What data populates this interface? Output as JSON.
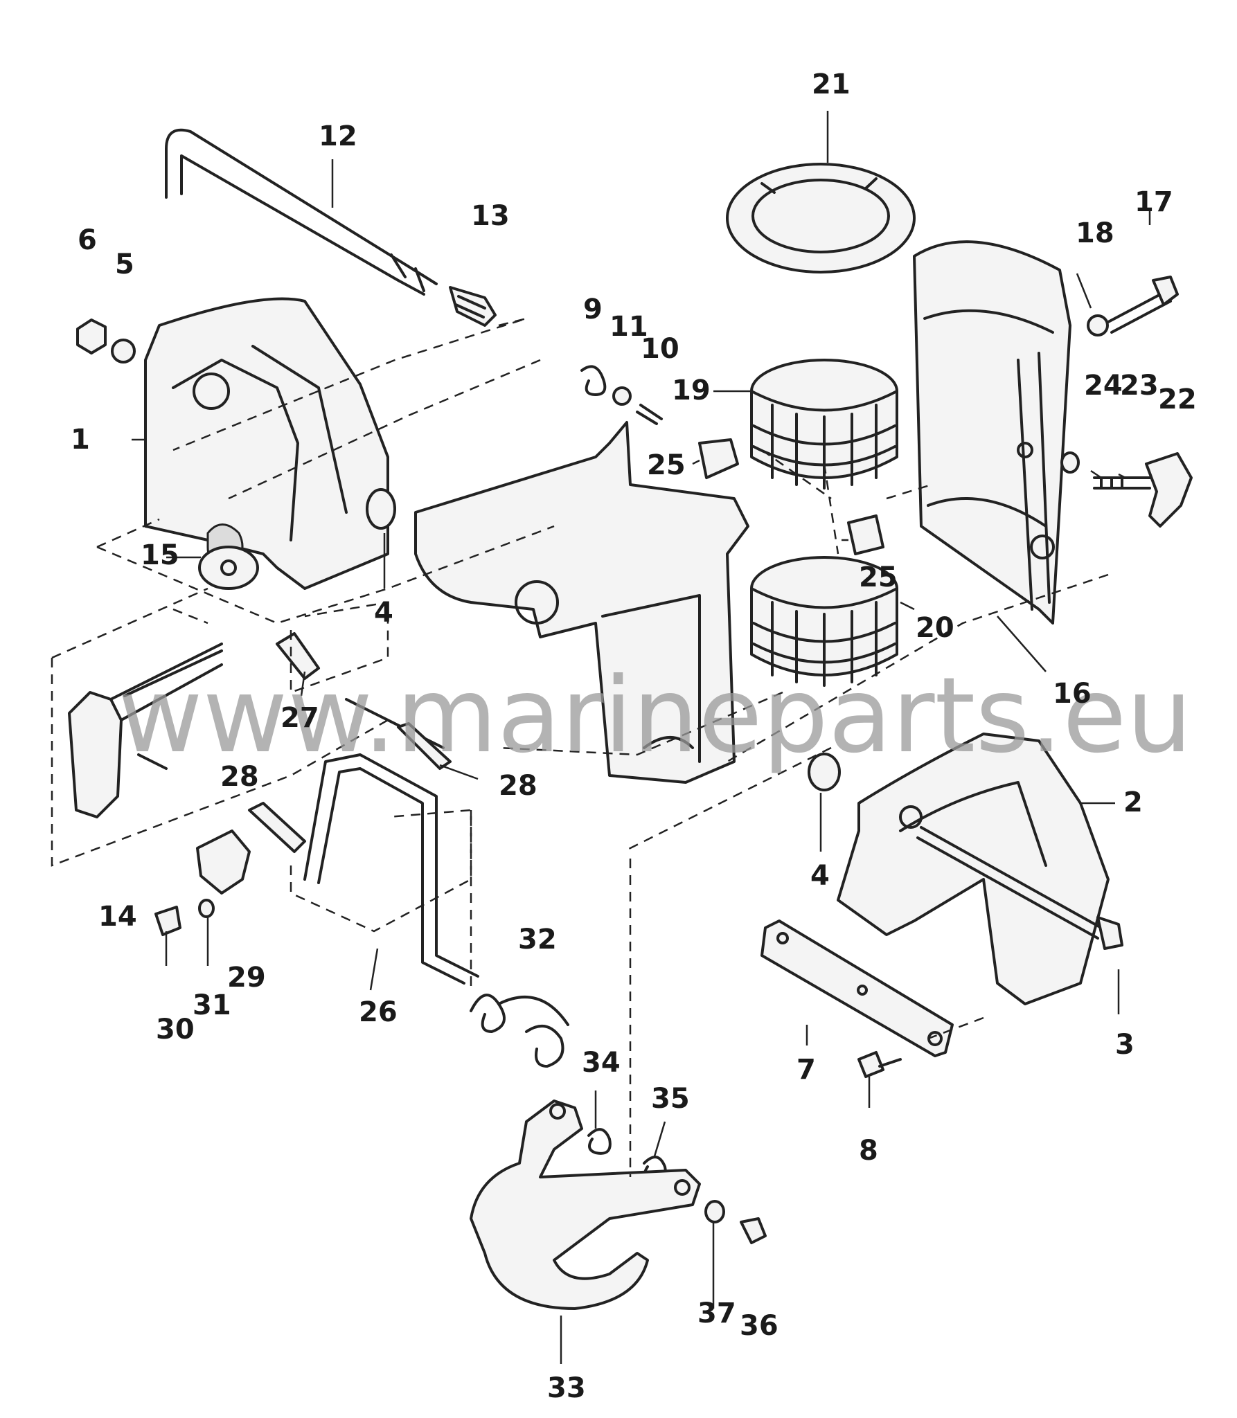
{
  "watermark": "www.marineparts.eu",
  "callouts": [
    {
      "id": "c1",
      "text": "1"
    },
    {
      "id": "c2",
      "text": "2"
    },
    {
      "id": "c3",
      "text": "3"
    },
    {
      "id": "c4a",
      "text": "4"
    },
    {
      "id": "c4b",
      "text": "4"
    },
    {
      "id": "c5",
      "text": "5"
    },
    {
      "id": "c6",
      "text": "6"
    },
    {
      "id": "c7",
      "text": "7"
    },
    {
      "id": "c8",
      "text": "8"
    },
    {
      "id": "c9",
      "text": "9"
    },
    {
      "id": "c10",
      "text": "10"
    },
    {
      "id": "c11",
      "text": "11"
    },
    {
      "id": "c12",
      "text": "12"
    },
    {
      "id": "c13",
      "text": "13"
    },
    {
      "id": "c14",
      "text": "14"
    },
    {
      "id": "c15",
      "text": "15"
    },
    {
      "id": "c16",
      "text": "16"
    },
    {
      "id": "c17",
      "text": "17"
    },
    {
      "id": "c18",
      "text": "18"
    },
    {
      "id": "c19",
      "text": "19"
    },
    {
      "id": "c20",
      "text": "20"
    },
    {
      "id": "c21",
      "text": "21"
    },
    {
      "id": "c22",
      "text": "22"
    },
    {
      "id": "c23",
      "text": "23"
    },
    {
      "id": "c24",
      "text": "24"
    },
    {
      "id": "c25a",
      "text": "25"
    },
    {
      "id": "c25b",
      "text": "25"
    },
    {
      "id": "c26",
      "text": "26"
    },
    {
      "id": "c27",
      "text": "27"
    },
    {
      "id": "c28a",
      "text": "28"
    },
    {
      "id": "c28b",
      "text": "28"
    },
    {
      "id": "c29",
      "text": "29"
    },
    {
      "id": "c30",
      "text": "30"
    },
    {
      "id": "c31",
      "text": "31"
    },
    {
      "id": "c32",
      "text": "32"
    },
    {
      "id": "c33",
      "text": "33"
    },
    {
      "id": "c34",
      "text": "34"
    },
    {
      "id": "c35",
      "text": "35"
    },
    {
      "id": "c36",
      "text": "36"
    },
    {
      "id": "c37",
      "text": "37"
    }
  ]
}
